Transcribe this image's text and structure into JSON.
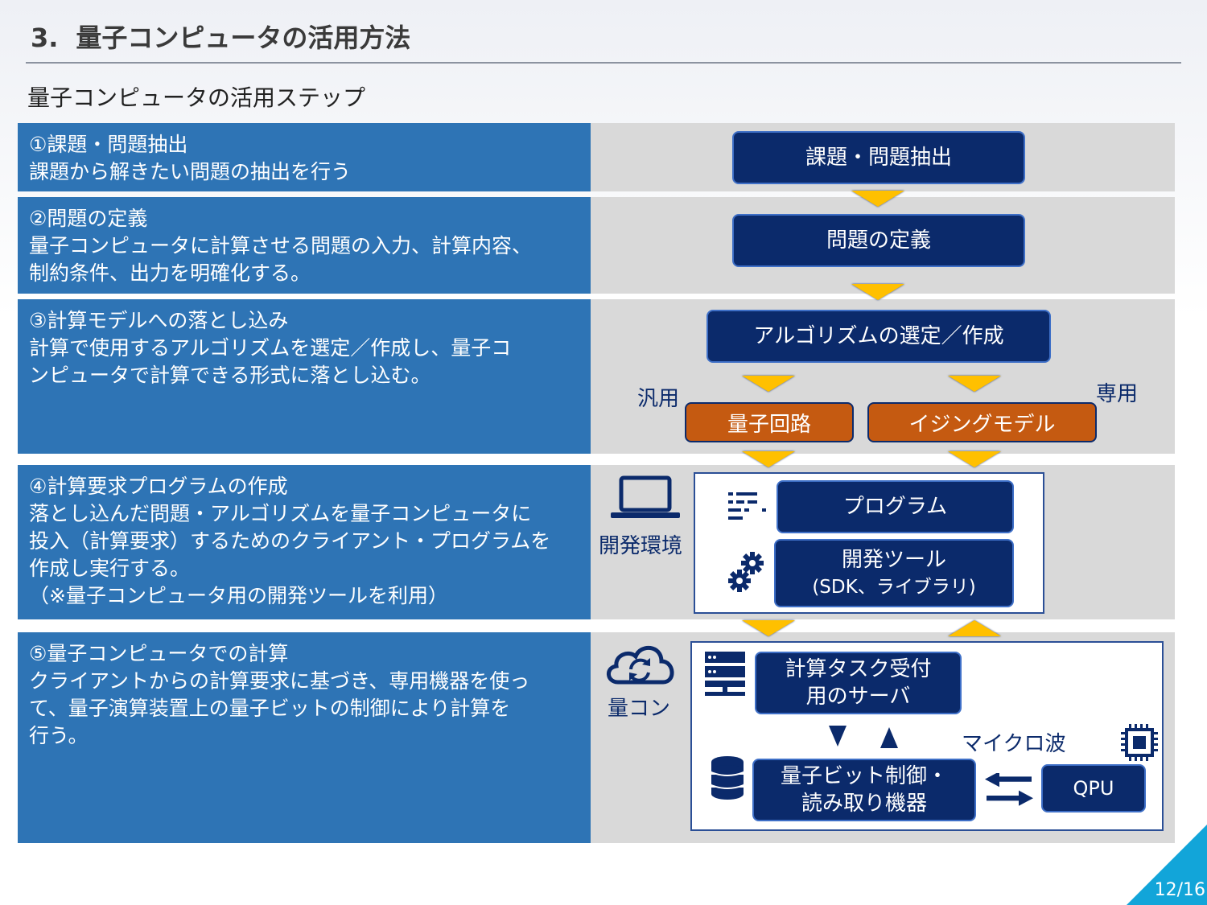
{
  "header": {
    "number": "3.",
    "title": "量子コンピュータの活用方法",
    "subtitle": "量子コンピュータの活用ステップ"
  },
  "steps": [
    {
      "heading": "①課題・問題抽出",
      "lines": [
        "課題から解きたい問題の抽出を行う"
      ]
    },
    {
      "heading": "②問題の定義",
      "lines": [
        "量子コンピュータに計算させる問題の入力、計算内容、",
        "制約条件、出力を明確化する。"
      ]
    },
    {
      "heading": "③計算モデルへの落とし込み",
      "lines": [
        "計算で使用するアルゴリズムを選定／作成し、量子コ",
        "ンピュータで計算できる形式に落とし込む。"
      ]
    },
    {
      "heading": "④計算要求プログラムの作成",
      "lines": [
        "落とし込んだ問題・アルゴリズムを量子コンピュータに",
        "投入（計算要求）するためのクライアント・プログラムを",
        "作成し実行する。",
        "（※量子コンピュータ用の開発ツールを利用）"
      ]
    },
    {
      "heading": "⑤量子コンピュータでの計算",
      "lines": [
        "クライアントからの計算要求に基づき、専用機器を使っ",
        "て、量子演算装置上の量子ビットの制御により計算を",
        "行う。"
      ]
    }
  ],
  "diagram": {
    "box_extract": "課題・問題抽出",
    "box_define": "問題の定義",
    "box_algorithm": "アルゴリズムの選定／作成",
    "label_general": "汎用",
    "label_dedicated": "専用",
    "box_circuit": "量子回路",
    "box_ising": "イジングモデル",
    "label_devenv": "開発環境",
    "box_program": "プログラム",
    "box_devtools_1": "開発ツール",
    "box_devtools_2": "(SDK、ライブラリ)",
    "label_qcon": "量コン",
    "box_server_1": "計算タスク受付",
    "box_server_2": "用のサーバ",
    "box_control_1": "量子ビット制御・",
    "box_control_2": "読み取り機器",
    "label_microwave": "マイクロ波",
    "box_qpu": "QPU"
  },
  "icons": [
    "laptop-icon",
    "list-icon",
    "gears-icon",
    "cloud-sync-icon",
    "server-icon",
    "database-icon",
    "chip-icon"
  ],
  "colors": {
    "step_blue": "#2e74b5",
    "navy": "#0b2a6b",
    "orange": "#c55a11",
    "arrow_yellow": "#ffc000",
    "page_tab": "#12a5d9"
  },
  "page": {
    "number": "12/16"
  }
}
